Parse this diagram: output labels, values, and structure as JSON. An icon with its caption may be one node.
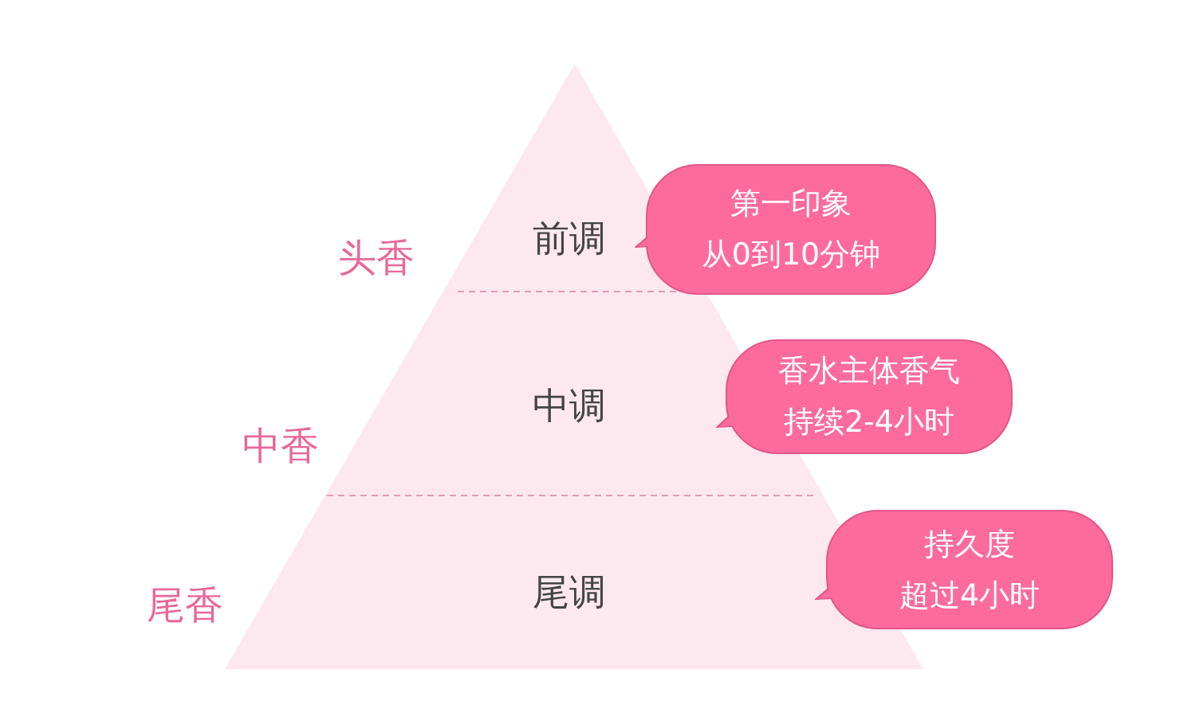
{
  "diagram": {
    "nodes": [
      {
        "text": [
          "前调"
        ],
        "beside": [
          "头香"
        ]
      },
      {
        "text": [
          "中调"
        ],
        "beside": [
          "中香"
        ]
      },
      {
        "text": [
          "尾调"
        ],
        "beside": [
          "尾香"
        ]
      },
      {
        "text": [
          "第一印象",
          "从0到10分钟"
        ]
      },
      {
        "text": [
          "香水主体香气",
          "持续2-4小时"
        ]
      },
      {
        "text": [
          "持久度",
          "超过4小时"
        ]
      }
    ]
  }
}
